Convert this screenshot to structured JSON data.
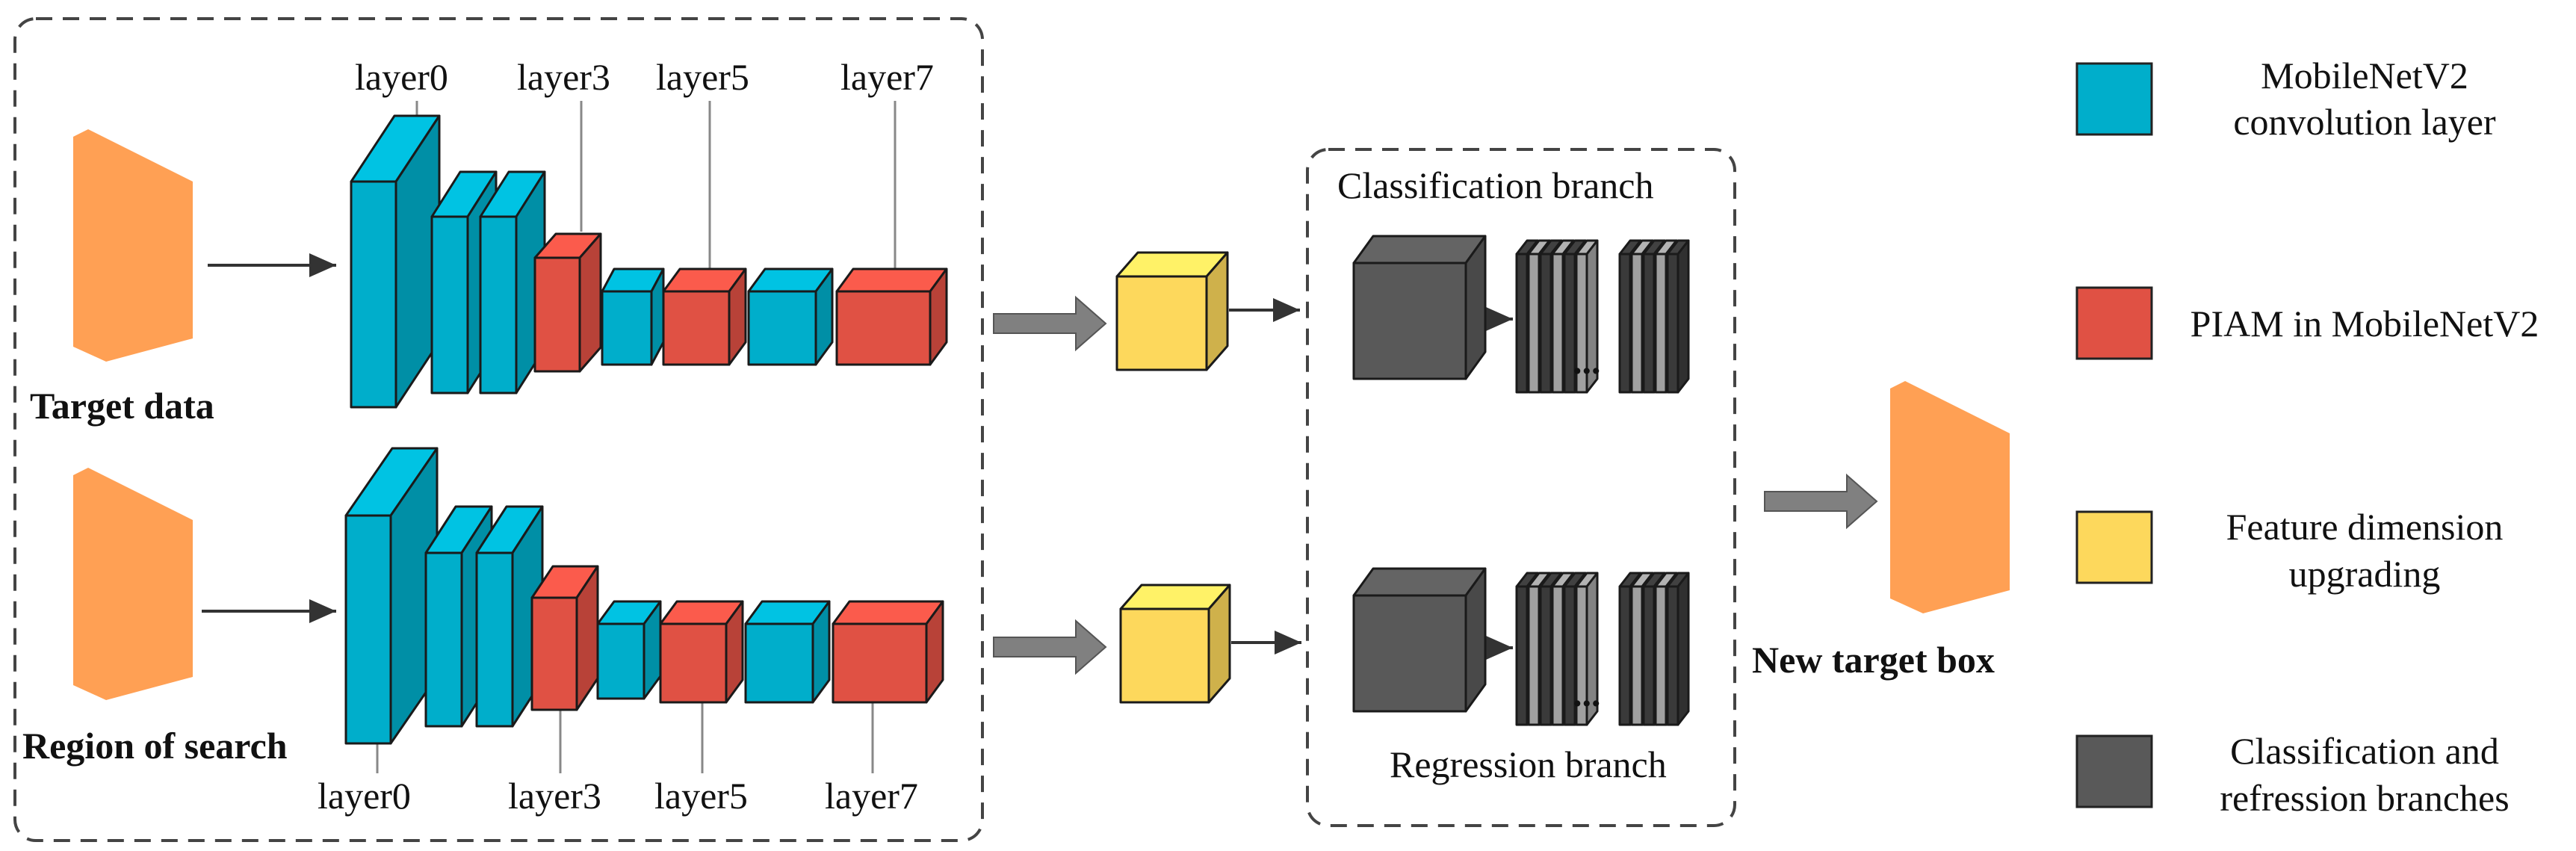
{
  "layer_labels_top": [
    "layer0",
    "layer3",
    "layer5",
    "layer7"
  ],
  "layer_labels_bottom": [
    "layer0",
    "layer3",
    "layer5",
    "layer7"
  ],
  "inputs": {
    "target": "Target data",
    "search": "Region of search"
  },
  "branches": {
    "classification": "Classification branch",
    "regression": "Regression branch",
    "ellipsis": "..."
  },
  "output": "New target box",
  "legend": [
    {
      "text": [
        "MobileNetV2",
        "convolution layer"
      ],
      "color": "#00AECB"
    },
    {
      "text": [
        "PIAM in MobileNetV2"
      ],
      "color": "#E05144"
    },
    {
      "text": [
        "Feature dimension",
        "upgrading"
      ],
      "color": "#FDD85C"
    },
    {
      "text": [
        "Classification and",
        "refression branches"
      ],
      "color": "#595959"
    }
  ],
  "colors": {
    "conv": "#00AECB",
    "piam": "#E05144",
    "upgrade": "#FDD85C",
    "branch": "#595959",
    "frame": "#FFA054",
    "arrow_fill": "#808080"
  }
}
